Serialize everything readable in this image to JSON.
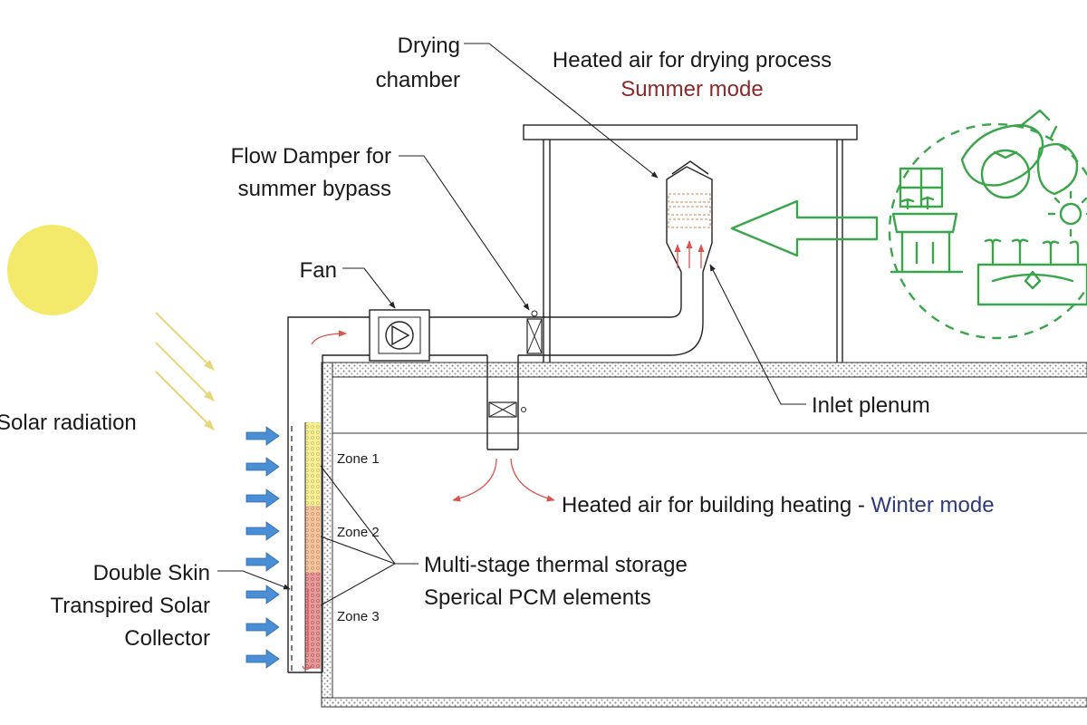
{
  "labels": {
    "drying_chamber_line1": "Drying",
    "drying_chamber_line2": "chamber",
    "heated_air_drying": "Heated air for drying process",
    "summer_mode": "Summer mode",
    "flow_damper_line1": "Flow Damper for",
    "flow_damper_line2": "summer bypass",
    "fan": "Fan",
    "solar_radiation": "Solar radiation",
    "inlet_plenum": "Inlet plenum",
    "heated_air_building": "Heated air for building heating - ",
    "winter_mode": "Winter mode",
    "zone1": "Zone 1",
    "zone2": "Zone 2",
    "zone3": "Zone 3",
    "double_skin_line1": "Double Skin",
    "double_skin_line2": "Transpired Solar",
    "double_skin_line3": "Collector",
    "thermal_storage_line1": "Multi-stage thermal storage",
    "thermal_storage_line2": "Sperical PCM elements"
  },
  "colors": {
    "sun": "#f3e96b",
    "summer_mode": "#8b2a2a",
    "winter_mode": "#2f3a78",
    "produce_outline": "#3aa54a",
    "inlet_arrow": "#4a8fd6",
    "zone1_fill": "#f6ef9a",
    "zone2_fill": "#f2c6a0",
    "zone3_fill": "#e79a9a"
  },
  "icons": [
    "sun-icon",
    "fan-icon",
    "damper-icon",
    "produce-illustration",
    "inlet-arrow-icon",
    "airflow-arrow-icon"
  ]
}
